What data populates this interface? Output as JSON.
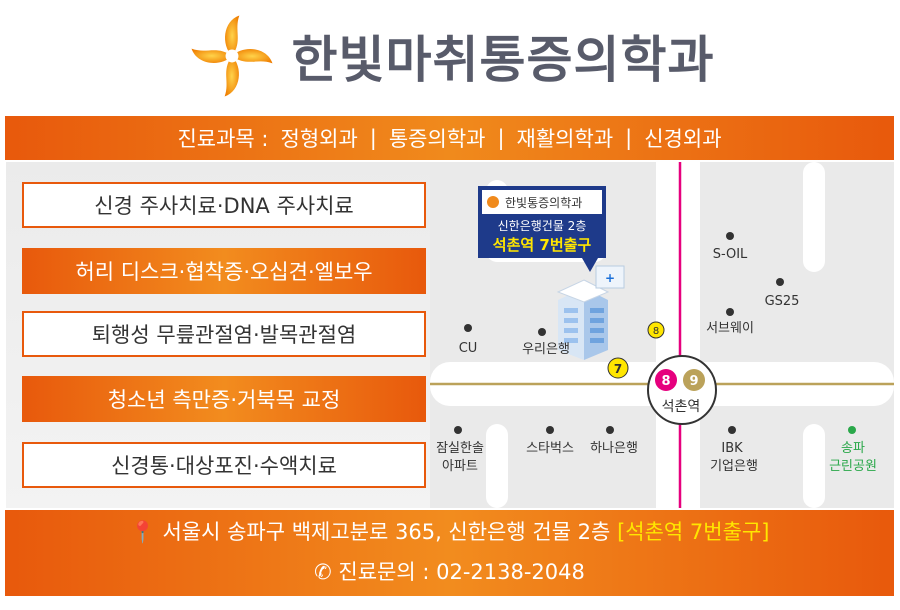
{
  "header": {
    "title": "한빛마취통증의학과"
  },
  "subjects": {
    "label": "진료과목 :",
    "items": [
      "정형외과",
      "통증의학과",
      "재활의학과",
      "신경외과"
    ],
    "separator": "|"
  },
  "treatments": [
    "신경 주사치료·DNA 주사치료",
    "허리 디스크·협착증·오십견·엘보우",
    "퇴행성 무릎관절염·발목관절염",
    "청소년 측만증·거북목 교정",
    "신경통·대상포진·수액치료"
  ],
  "map": {
    "callout": {
      "clinic": "한빛통증의학과",
      "building": "신한은행건물 2층",
      "exit": "석촌역 7번출구"
    },
    "station": {
      "name": "석촌역",
      "line8": "8",
      "line9": "9"
    },
    "exits": {
      "seven": "7",
      "eight": "8"
    },
    "places": {
      "soil": "S-OIL",
      "gs25": "GS25",
      "subway": "서브웨이",
      "cu": "CU",
      "woori": "우리은행",
      "jamsil1": "잠실한솔",
      "jamsil2": "아파트",
      "starbucks": "스타벅스",
      "hana": "하나은행",
      "ibk1": "IBK",
      "ibk2": "기업은행",
      "park1": "송파",
      "park2": "근린공원"
    },
    "colors": {
      "line8": "#e6007e",
      "line9": "#bba25a",
      "road": "#ffffff",
      "park": "#2aa84a"
    }
  },
  "contact": {
    "address": "서울시 송파구 백제고분로 365, 신한은행 건물 2층",
    "address_hl": "[석촌역 7번출구]",
    "phone_label": "진료문의 : 02-2138-2048"
  },
  "colors": {
    "accent": "#e8590c",
    "title": "#585b6a",
    "navy": "#1e3a8a",
    "highlight": "#ffe600"
  }
}
